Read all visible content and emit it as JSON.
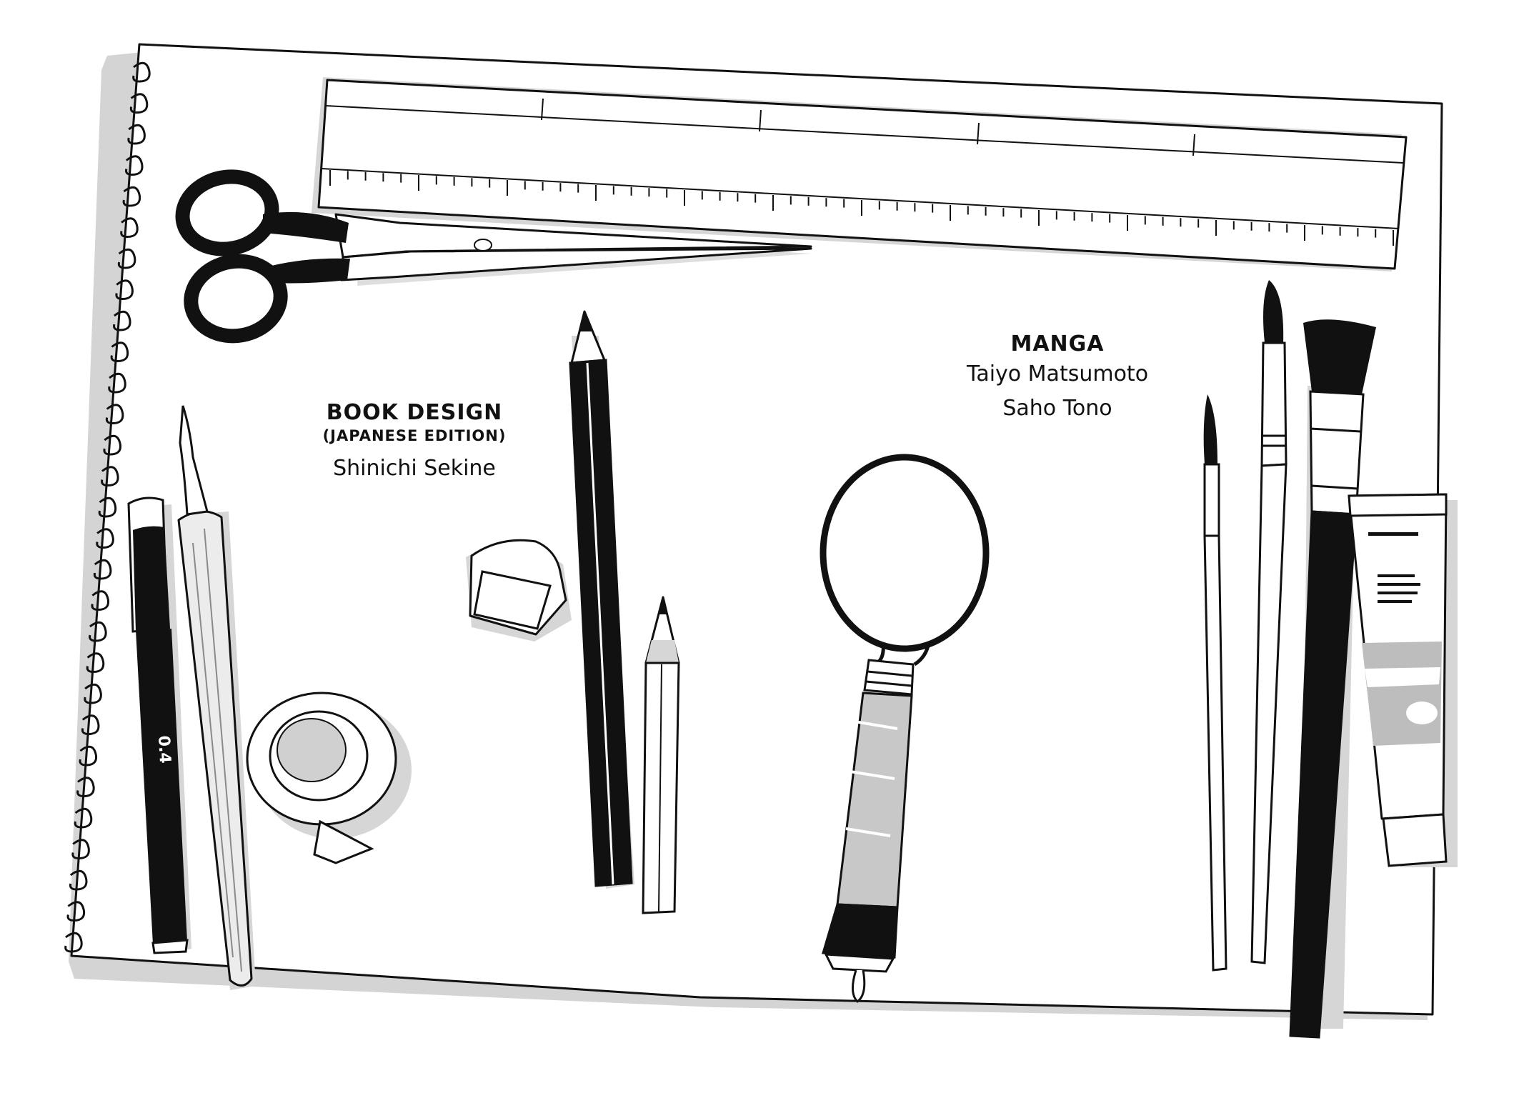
{
  "book_design": {
    "heading": "BOOK DESIGN",
    "subheading": "(JAPANESE EDITION)",
    "names": [
      "Shinichi Sekine"
    ]
  },
  "manga": {
    "heading": "MANGA",
    "names": [
      "Taiyo Matsumoto",
      "Saho Tono"
    ]
  },
  "pen_label": "0.4",
  "colors": {
    "ink": "#111111",
    "paper": "#ffffff",
    "shadow": "#d4d4d4",
    "mid_gray": "#bdbdbd"
  }
}
